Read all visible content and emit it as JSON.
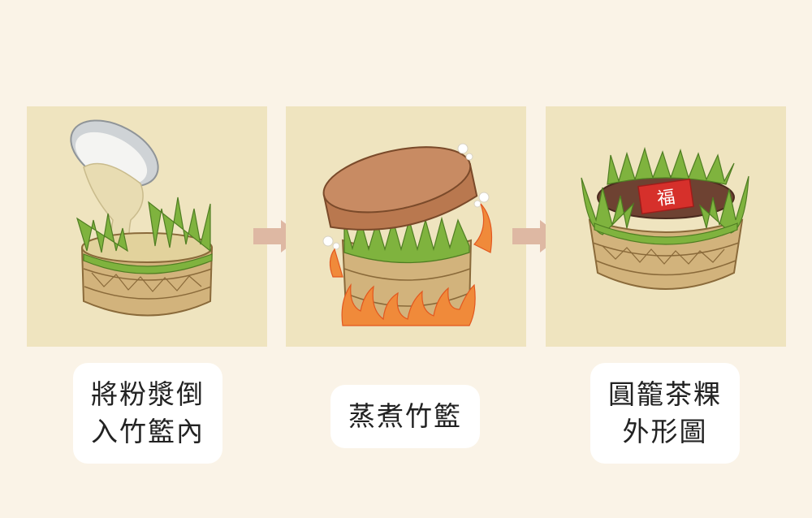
{
  "colors": {
    "background": "#faf3e7",
    "panel": "#efe4bf",
    "arrow": "#deb8a3",
    "caption_bg": "#ffffff",
    "caption_text": "#222222",
    "basket": "#d2b37c",
    "leaf": "#7fb33e",
    "lid": "#c88b63",
    "flame": "#f08a3a",
    "batter": "#e8dcb2",
    "cake": "#6e4232",
    "seal": "#d6302b"
  },
  "icons": {
    "step1": "pouring-batter-into-basket",
    "step2": "steaming-basket-over-fire",
    "step3": "finished-round-cake",
    "arrow": "right-arrow-icon"
  },
  "steps": [
    {
      "lines": [
        "將粉漿倒",
        "入竹籃內"
      ]
    },
    {
      "lines": [
        "蒸煮竹籃"
      ]
    },
    {
      "lines": [
        "圓籠茶粿",
        "外形圖"
      ]
    }
  ],
  "seal_text": "福"
}
